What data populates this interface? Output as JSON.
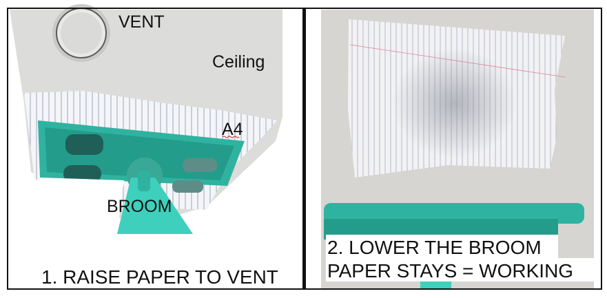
{
  "panel_left": {
    "labels": {
      "vent": "VENT",
      "ceiling": "Ceiling",
      "a4": "A4",
      "broom": "BROOM"
    },
    "caption": "1. RAISE PAPER TO VENT"
  },
  "panel_right": {
    "caption_line1": "2. LOWER THE BROOM",
    "caption_line2": "PAPER STAYS = WORKING"
  },
  "colors": {
    "broom_teal": "#2fb3a0",
    "ceiling_gray": "#d9d9d9",
    "frame": "#111111"
  }
}
